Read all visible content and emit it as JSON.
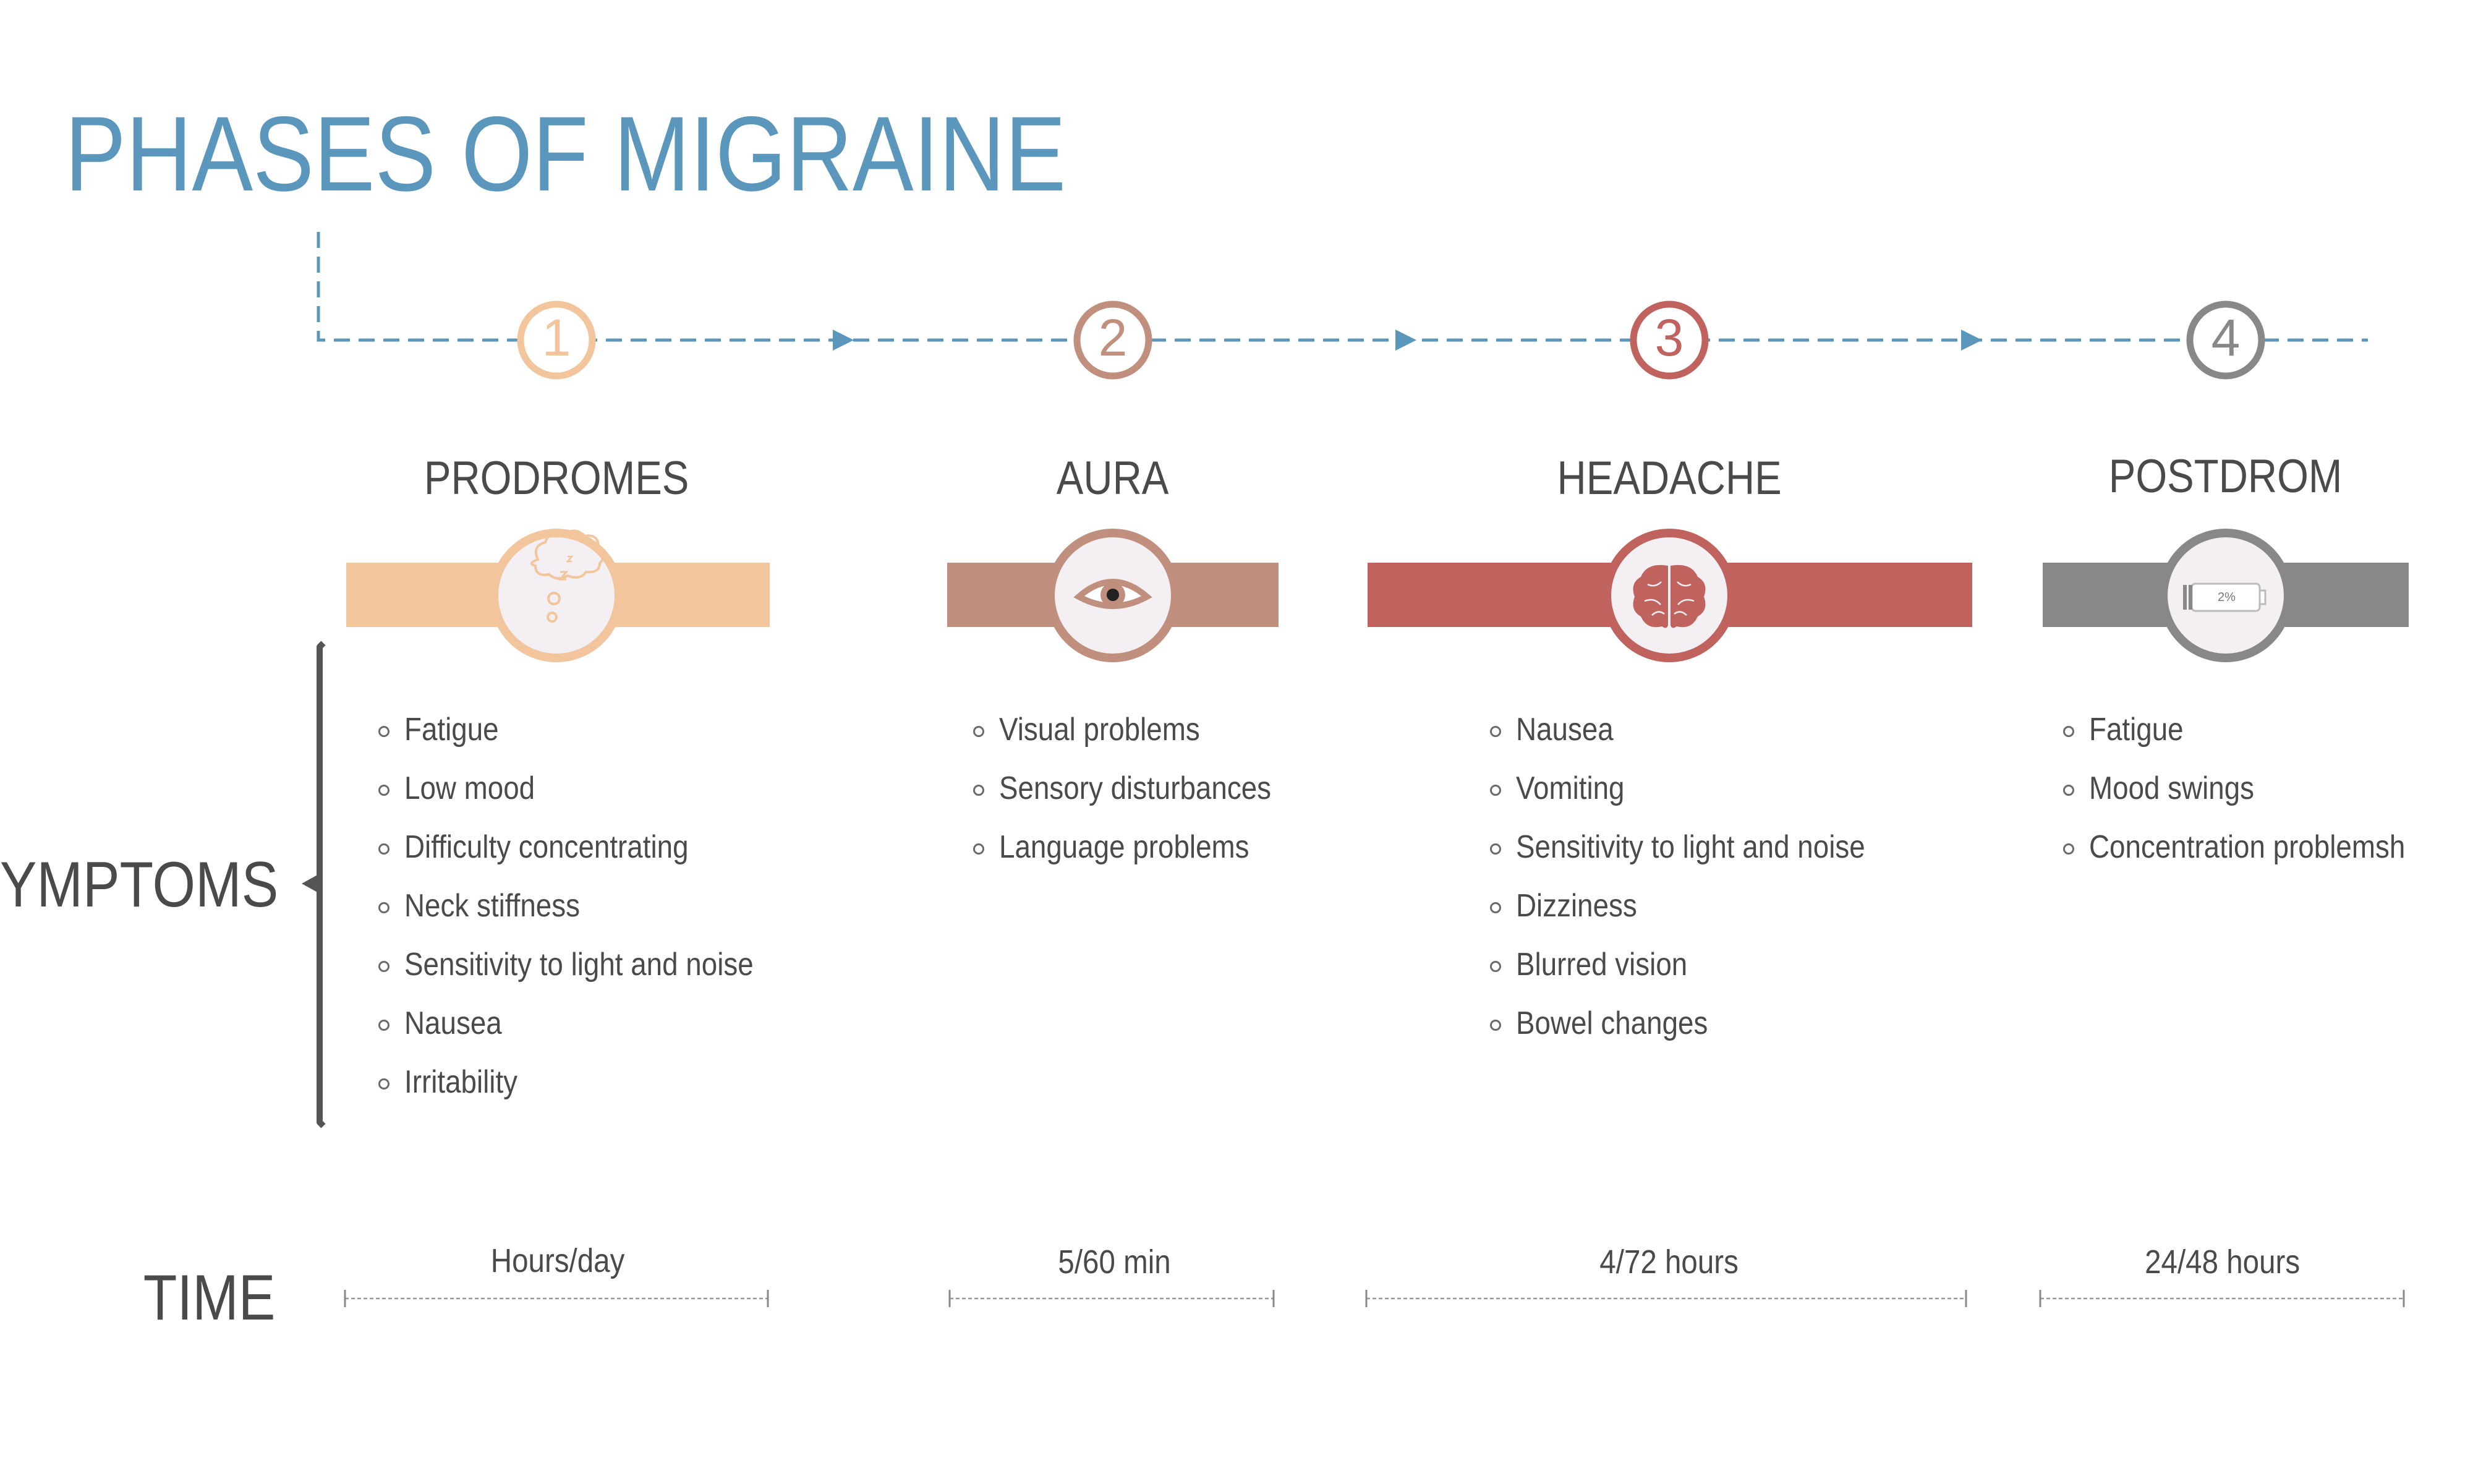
{
  "title": "PHASES OF MIGRAINE",
  "symptoms_label": "SYMPTOMS",
  "time_label": "TIME",
  "colors": {
    "title": "#5b97bd",
    "timeline": "#5b97bd",
    "text": "#4a4a4a",
    "bracket": "#555555",
    "icon_bg": "#f4eff2"
  },
  "phases": [
    {
      "number": "1",
      "name": "PRODROMES",
      "color": "#f2c59c",
      "icon": "thought-bubble-sleep-icon",
      "symptoms": [
        "Fatigue",
        "Low mood",
        "Difficulty concentrating",
        "Neck stiffness",
        "Sensitivity to light and noise",
        "Nausea",
        "Irritability"
      ],
      "time": "Hours/day"
    },
    {
      "number": "2",
      "name": "AURA",
      "color": "#c08f7d",
      "icon": "eye-icon",
      "symptoms": [
        "Visual problems",
        "Sensory disturbances",
        "Language problems"
      ],
      "time": "5/60 min"
    },
    {
      "number": "3",
      "name": "HEADACHE",
      "color": "#c0635e",
      "icon": "brain-icon",
      "symptoms": [
        "Nausea",
        "Vomiting",
        "Sensitivity to light and noise",
        "Dizziness",
        "Blurred vision",
        "Bowel changes"
      ],
      "time": "4/72 hours"
    },
    {
      "number": "4",
      "name": "POSTDROM",
      "color": "#888888",
      "icon": "low-battery-icon",
      "battery_text": "2%",
      "symptoms": [
        "Fatigue",
        "Mood swings",
        "Concentration problemsh"
      ],
      "time": "24/48 hours"
    }
  ]
}
